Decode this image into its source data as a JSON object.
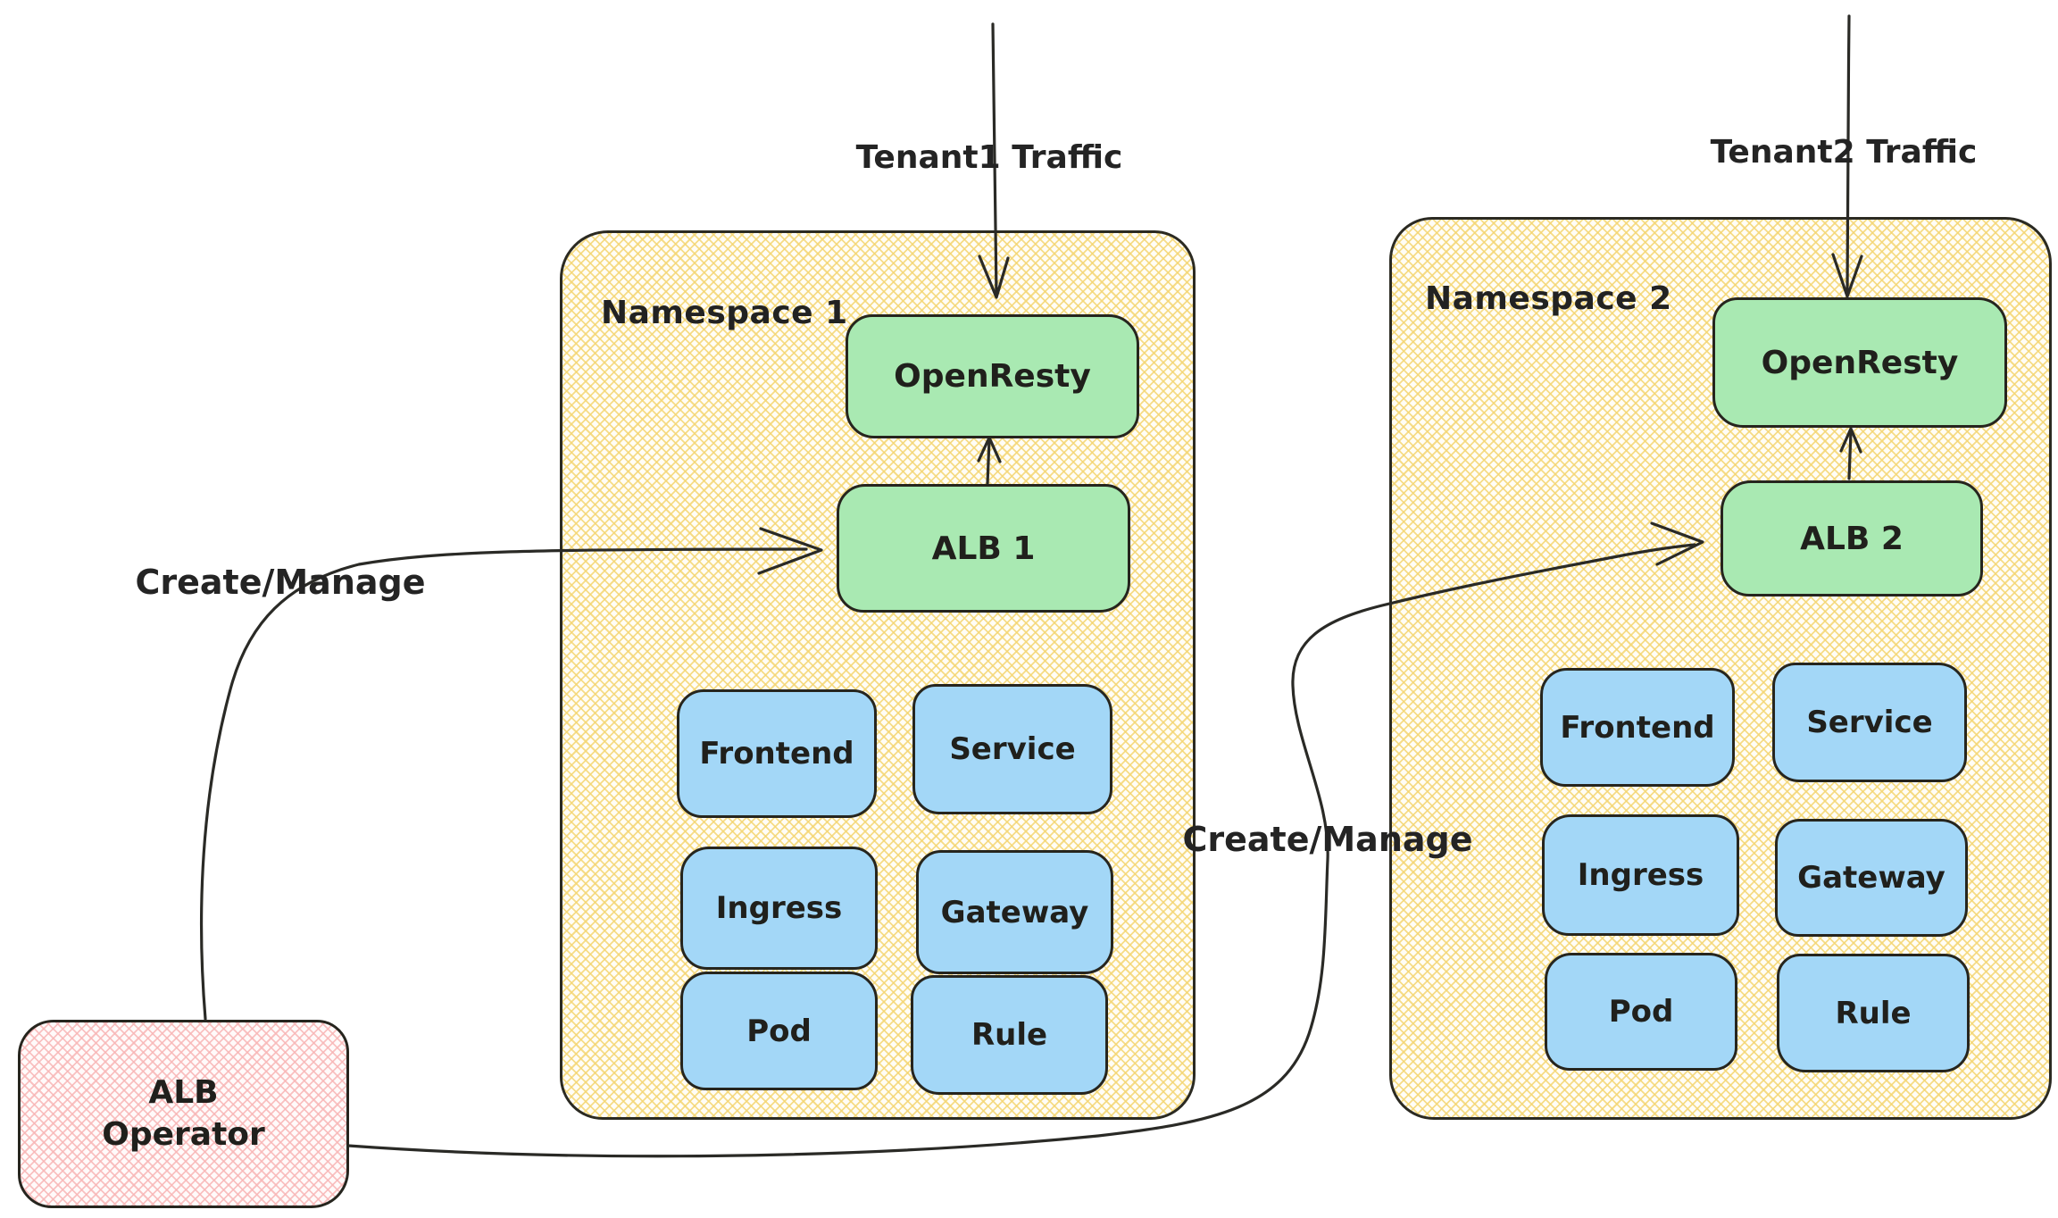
{
  "diagram_title": "",
  "namespaces": [
    {
      "label": "Namespace 1",
      "nodes": {
        "openresty": "OpenResty",
        "alb": "ALB 1"
      },
      "resources": [
        "Frontend",
        "Service",
        "Ingress",
        "Gateway",
        "Pod",
        "Rule"
      ]
    },
    {
      "label": "Namespace 2",
      "nodes": {
        "openresty": "OpenResty",
        "alb": "ALB 2"
      },
      "resources": [
        "Frontend",
        "Service",
        "Ingress",
        "Gateway",
        "Pod",
        "Rule"
      ]
    }
  ],
  "operator": {
    "line1": "ALB",
    "line2": "Operator"
  },
  "edges": [
    {
      "id": "tenant1",
      "label": "Tenant1 Traffic",
      "from": "external",
      "to": "OpenResty (Namespace 1)"
    },
    {
      "id": "tenant2",
      "label": "Tenant2 Traffic",
      "from": "external",
      "to": "OpenResty (Namespace 2)"
    },
    {
      "id": "alb1-openresty1",
      "label": "",
      "from": "ALB 1",
      "to": "OpenResty (Namespace 1)"
    },
    {
      "id": "alb2-openresty2",
      "label": "",
      "from": "ALB 2",
      "to": "OpenResty (Namespace 2)"
    },
    {
      "id": "create-manage-1",
      "label": "Create/Manage",
      "from": "ALB Operator",
      "to": "ALB 1"
    },
    {
      "id": "create-manage-2",
      "label": "Create/Manage",
      "from": "ALB Operator",
      "to": "ALB 2"
    }
  ],
  "colors": {
    "namespace_hatch": "#f4d674",
    "green_node": "#a9e9b2",
    "blue_node": "#a3d7f7",
    "operator_hatch": "#f8b7b7",
    "stroke": "#2a2a26",
    "background": "#ffffff"
  }
}
